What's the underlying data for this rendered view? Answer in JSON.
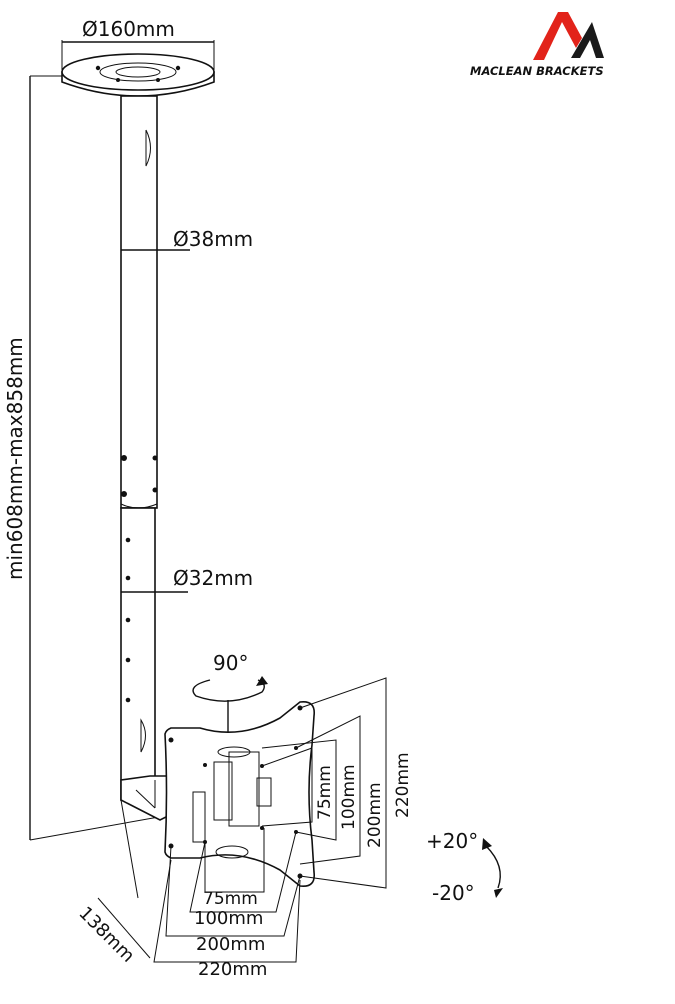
{
  "logo": {
    "text": "MACLEAN BRACKETS",
    "colors": {
      "red": "#e2231a",
      "dark": "#1a1a1a"
    }
  },
  "dimensions": {
    "plate_diameter": "Ø160mm",
    "upper_tube_diameter": "Ø38mm",
    "lower_tube_diameter": "Ø32mm",
    "height_range": "min608mm-max858mm",
    "swivel": "90°",
    "tilt_up": "+20°",
    "tilt_down": "-20°",
    "depth": "138mm",
    "vesa_h": [
      "75mm",
      "100mm",
      "200mm",
      "220mm"
    ],
    "vesa_v": [
      "75mm",
      "100mm",
      "200mm",
      "220mm"
    ]
  }
}
